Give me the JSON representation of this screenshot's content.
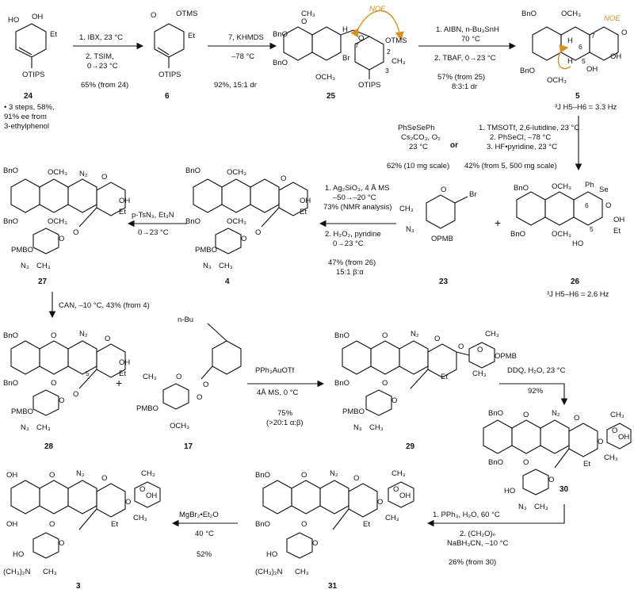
{
  "colors": {
    "ink": "#111111",
    "noe": "#d6901f",
    "background": "#ffffff"
  },
  "compounds": {
    "c24": {
      "label": "24",
      "top": "HO",
      "top2": "OH",
      "sub": "Et",
      "bottom": "OTIPS",
      "note1": "• 3 steps, 58%,",
      "note2": "91% ee from",
      "note3": "3-ethylphenol"
    },
    "c6": {
      "label": "6",
      "a": "O",
      "b": "OTMS",
      "c": "Et",
      "bottom": "OTIPS"
    },
    "c25": {
      "label": "25",
      "a": "CH₃",
      "b": "BnO",
      "c": "BnO",
      "d": "OCH₃",
      "e": "Br",
      "f": "OTMS",
      "g": "O",
      "h": "H",
      "i": "7",
      "j": "2",
      "k": "CH₃",
      "l": "3",
      "m": "OTIPS",
      "n": "O"
    },
    "c5": {
      "label": "5",
      "a": "BnO",
      "b": "BnO",
      "c": "OCH₃",
      "d": "OCH₃",
      "e": "O",
      "f": "OH",
      "g": "OH",
      "h": "7",
      "i": "6",
      "j": "5",
      "k": "H",
      "l": "H",
      "coupling": "³J H5–H6 = 3.3 Hz"
    },
    "c26": {
      "label": "26",
      "a": "BnO",
      "b": "BnO",
      "c": "OCH₃",
      "d": "OCH₃",
      "e": "Ph",
      "f": "Se",
      "g": "O",
      "h": "OH",
      "i": "Et",
      "j": "HO",
      "k": "6",
      "l": "5",
      "coupling": "³J H5–H6 = 2.6 Hz"
    },
    "c23": {
      "label": "23",
      "a": "CH₃",
      "b": "O",
      "c": "Br",
      "d": "N₃",
      "e": "OPMB"
    },
    "c4": {
      "label": "4",
      "a": "BnO",
      "b": "BnO",
      "c": "OCH₃",
      "d": "OCH₃",
      "e": "O",
      "f": "OH",
      "g": "Et",
      "h": "O",
      "i": "PMBO",
      "j": "O",
      "k": "N₃",
      "l": "CH₃"
    },
    "c27": {
      "label": "27",
      "a": "BnO",
      "b": "BnO",
      "c": "OCH₃",
      "d": "OCH₃",
      "e": "N₂",
      "f": "O",
      "g": "OH",
      "h": "Et",
      "i": "O",
      "j": "PMBO",
      "k": "O",
      "l": "N₃",
      "m": "CH₃"
    },
    "c28": {
      "label": "28",
      "a": "BnO",
      "b": "BnO",
      "c": "O",
      "d": "O",
      "e": "N₂",
      "f": "O",
      "g": "OH",
      "h": "Et",
      "i": "5",
      "j": "O",
      "k": "PMBO",
      "l": "O",
      "m": "N₃",
      "n": "CH₃"
    },
    "c17": {
      "label": "17",
      "a": "n-Bu",
      "b": "O",
      "c": "O",
      "d": "CH₃",
      "e": "O",
      "f": "PMBO",
      "g": "OCH₃"
    },
    "c29": {
      "label": "29",
      "a": "BnO",
      "b": "BnO",
      "c": "O",
      "d": "O",
      "e": "N₂",
      "f": "O",
      "g": "O",
      "h": "Et",
      "i": "CH₃",
      "j": "OPMB",
      "k": "O",
      "l": "CH₃",
      "m": "PMBO",
      "n": "O",
      "o": "N₃",
      "p": "CH₃"
    },
    "c30": {
      "label": "30",
      "a": "BnO",
      "b": "BnO",
      "c": "O",
      "d": "O",
      "e": "N₂",
      "f": "O",
      "g": "O",
      "h": "Et",
      "i": "CH₃",
      "j": "OH",
      "k": "O",
      "l": "CH₃",
      "m": "HO",
      "n": "O",
      "o": "N₃",
      "p": "CH₃"
    },
    "c31": {
      "label": "31",
      "a": "BnO",
      "b": "BnO",
      "c": "O",
      "d": "O",
      "e": "N₂",
      "f": "O",
      "g": "O",
      "h": "Et",
      "i": "CH₃",
      "j": "OH",
      "k": "O",
      "l": "CH₃",
      "m": "HO",
      "n": "O",
      "o": "(CH₃)₂N",
      "p": "CH₃"
    },
    "c3": {
      "label": "3",
      "a": "OH",
      "b": "OH",
      "c": "O",
      "d": "O",
      "e": "N₂",
      "f": "O",
      "g": "O",
      "h": "Et",
      "i": "CH₃",
      "j": "OH",
      "k": "O",
      "l": "CH₃",
      "m": "HO",
      "n": "O",
      "o": "(CH₃)₂N",
      "p": "CH₃"
    }
  },
  "arrows": {
    "a1": {
      "top1": "1. IBX, 23 °C",
      "top2": "2. TSIM,",
      "top3": "0→23 °C",
      "yield": "65% (from 24)"
    },
    "a2": {
      "top1": "7, KHMDS",
      "top2": "–78 °C",
      "yield": "92%, 15:1 dr"
    },
    "a3": {
      "top1": "1. AIBN, n-Bu₃SnH",
      "top2": "70 °C",
      "top3": "2. TBAF, 0→23 °C",
      "yield": "57% (from 25)",
      "yield2": "8:3:1 dr"
    },
    "a4": {
      "l1": "PhSeSePh",
      "l2": "Cs₂CO₃, O₂",
      "l3": "23 °C",
      "or": "or",
      "r1": "1. TMSOTf, 2,6-lutidine, 23 °C",
      "r2": "2. PhSeCl, –78 °C",
      "r3": "3. HF•pyridine, 23 °C",
      "lyield": "62% (10 mg scale)",
      "ryield": "42% (from 5, 500 mg scale)"
    },
    "a5": {
      "top1": "1. Ag₂SiO₃, 4 Å MS",
      "top2": "–50→–20 °C",
      "top3": "73% (NMR analysis)",
      "top4": "2. H₂O₂, pyridine",
      "top5": "0→23 °C",
      "yield": "47% (from 26)",
      "yield2": "15:1 β:α"
    },
    "a6": {
      "top1": "p-TsN₃, Et₃N",
      "top2": "0→23 °C"
    },
    "a7": {
      "top1": "CAN, –10 °C, 43% (from 4)"
    },
    "a8": {
      "top1": "PPh₃AuOTf",
      "top2": "4Å MS, 0 °C",
      "yield": "75%",
      "yield2": "(>20:1 α:β)"
    },
    "a9": {
      "top1": "DDQ, H₂O, 23 °C",
      "yield": "92%"
    },
    "a10": {
      "top1": "1. PPh₃, H₂O, 60 °C",
      "top2": "2. (CH₂O)ₙ",
      "top3": "NaBH₃CN, –10 °C",
      "yield": "26% (from 30)"
    },
    "a11": {
      "top1": "MgBr₂•Et₂O",
      "top2": "40 °C",
      "yield": "52%"
    }
  },
  "noe_label": "NOE",
  "plus": "+"
}
